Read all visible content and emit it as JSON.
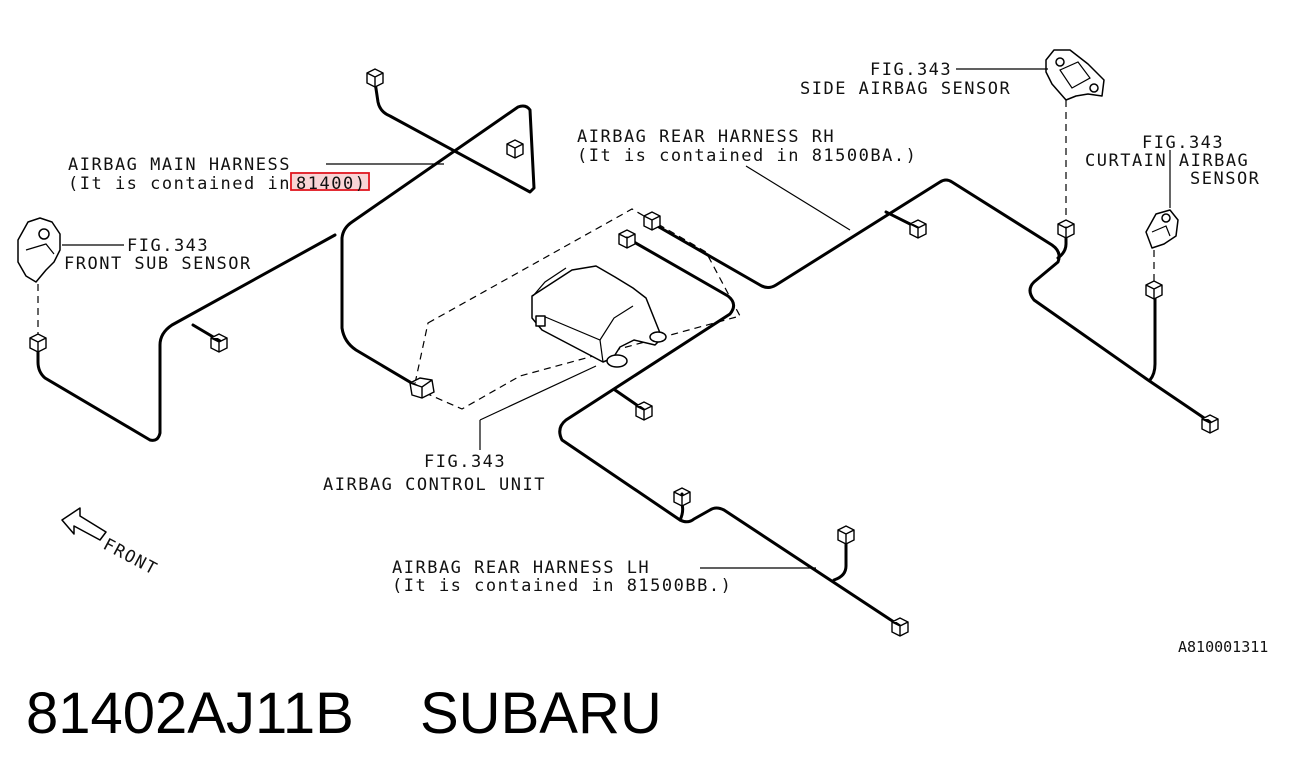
{
  "labels": {
    "main_harness_title": "AIRBAG MAIN HARNESS",
    "main_harness_note_pre": "(It is contained in",
    "main_harness_part": "81400",
    "main_harness_note_post": ")",
    "front_sub_fig": "FIG.343",
    "front_sub_name": "FRONT SUB SENSOR",
    "rear_rh_title": "AIRBAG REAR HARNESS RH",
    "rear_rh_note": "(It is contained in 81500BA.)",
    "side_fig": "FIG.343",
    "side_name": "SIDE AIRBAG SENSOR",
    "curtain_fig": "FIG.343",
    "curtain_name_1": "CURTAIN AIRBAG",
    "curtain_name_2": "SENSOR",
    "acu_fig": "FIG.343",
    "acu_name": "AIRBAG CONTROL UNIT",
    "rear_lh_title": "AIRBAG REAR HARNESS LH",
    "rear_lh_note": "(It is contained in 81500BB.)",
    "front_arrow": "FRONT",
    "drawing_code": "A810001311"
  },
  "footer": {
    "part_number": "81402AJ11B",
    "brand": "SUBARU"
  },
  "colors": {
    "highlight": "#e0141e",
    "line": "#000000"
  }
}
